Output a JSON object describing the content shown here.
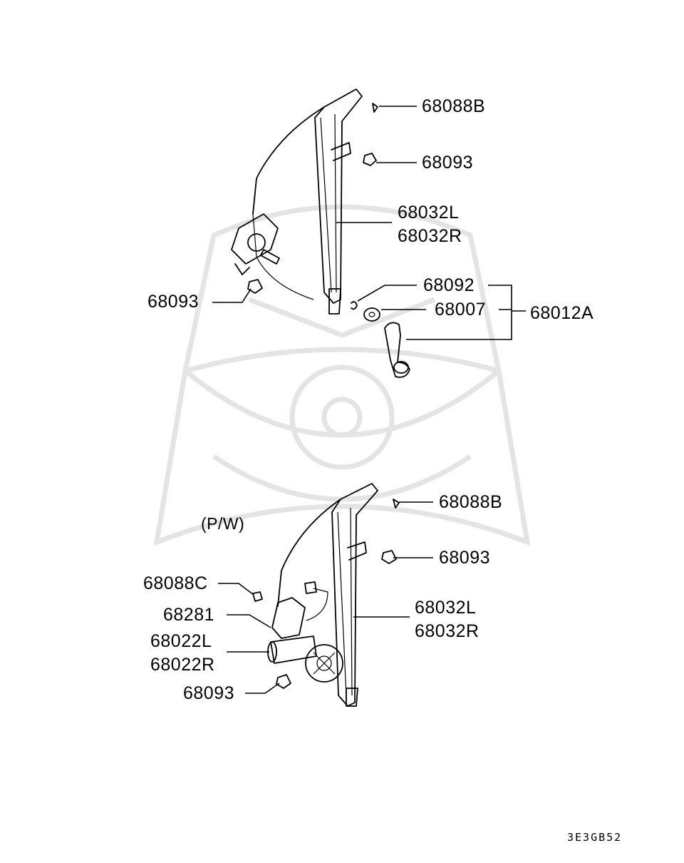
{
  "diagram": {
    "manual_section": [
      {
        "label": "68088B"
      },
      {
        "label": "68093"
      },
      {
        "label_l": "68032L",
        "label_r": "68032R"
      },
      {
        "label": "68093"
      },
      {
        "label": "68092"
      },
      {
        "label": "68007"
      },
      {
        "label": "68012A"
      }
    ],
    "power_section": [
      {
        "label": "(P/W)"
      },
      {
        "label": "68088B"
      },
      {
        "label": "68093"
      },
      {
        "label": "68088C"
      },
      {
        "label": "68281"
      },
      {
        "label_l": "68032L",
        "label_r": "68032R"
      },
      {
        "label_l": "68022L",
        "label_r": "68022R"
      },
      {
        "label": "68093"
      }
    ],
    "figure_code": "3E3GB52"
  }
}
